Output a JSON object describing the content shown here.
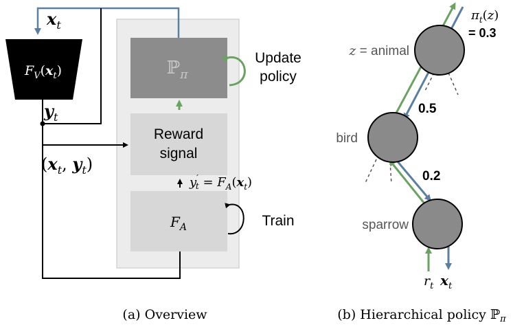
{
  "overview": {
    "encoder_label": "F_V(x_t)",
    "input_label": "x_t",
    "output_label": "y_t",
    "pair_label": "(x_t, y_t)",
    "policy_box_label": "ℙ_π",
    "update_label_line1": "Update",
    "update_label_line2": "policy",
    "reward_label_line1": "Reward",
    "reward_label_line2": "signal",
    "aux_output_label": "y′_t = F_A(x_t)",
    "aux_model_label": "F_A",
    "train_label": "Train",
    "caption": "(a) Overview"
  },
  "policy_tree": {
    "nodes": [
      {
        "label": "z = animal"
      },
      {
        "label": "bird"
      },
      {
        "label": "sparrow"
      }
    ],
    "edge_values": [
      "0.5",
      "0.2"
    ],
    "top_prob_label": "π_t(z)",
    "top_prob_value": "= 0.3",
    "bottom_labels": [
      "r_t",
      "x_t"
    ],
    "caption": "(b) Hierarchical policy ℙ_π"
  },
  "colors": {
    "blue": "#5a7fa3",
    "green": "#6aa261",
    "dark_box": "#8c8c8c",
    "light_box": "#d7d7d7",
    "panel": "#ececec",
    "node": "#8a8a8a"
  }
}
